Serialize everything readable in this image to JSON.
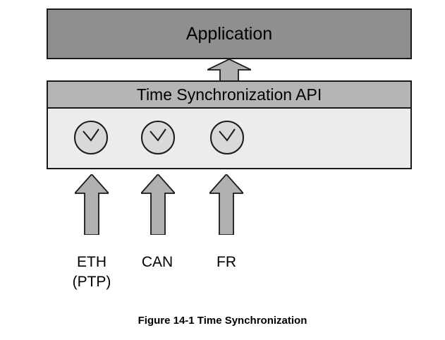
{
  "diagram": {
    "application": {
      "label": "Application"
    },
    "api": {
      "label": "Time Synchronization API"
    },
    "buses": [
      {
        "label": "ETH",
        "sublabel": "(PTP)"
      },
      {
        "label": "CAN",
        "sublabel": ""
      },
      {
        "label": "FR",
        "sublabel": ""
      }
    ],
    "caption": "Figure 14-1 Time Synchronization",
    "icons": [
      "clock-icon",
      "up-arrow-icon"
    ],
    "colors": {
      "application_fill": "#8f8f8f",
      "api_fill": "#b5b5b5",
      "panel_fill": "#ececec",
      "arrow_fill": "#b0b0b0",
      "clock_fill": "#d9d9d9",
      "border": "#1a1a1a"
    }
  }
}
